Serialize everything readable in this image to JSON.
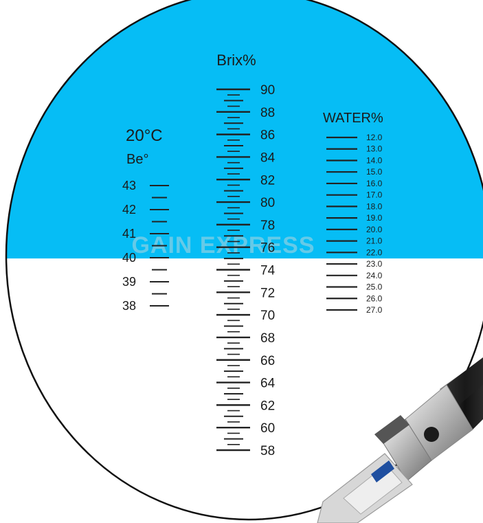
{
  "colors": {
    "field_blue": "#06bdf5",
    "field_white": "#ffffff",
    "scale_ink": "#1b1b1b",
    "circle_outline": "#111111",
    "watermark": "#d9d9d9"
  },
  "watermark": "GAIN EXPRESS",
  "boundary_reading": {
    "brix": 75
  },
  "scales": {
    "baume": {
      "title": "20°C",
      "unit": "Be°",
      "labels": [
        "43",
        "42",
        "41",
        "40",
        "39",
        "38"
      ],
      "values": [
        43,
        42,
        41,
        40,
        39,
        38
      ]
    },
    "brix": {
      "title": "Brix%",
      "labels": [
        "90",
        "88",
        "86",
        "84",
        "82",
        "80",
        "78",
        "76",
        "74",
        "72",
        "70",
        "68",
        "66",
        "64",
        "62",
        "60",
        "58"
      ],
      "values": [
        90,
        88,
        86,
        84,
        82,
        80,
        78,
        76,
        74,
        72,
        70,
        68,
        66,
        64,
        62,
        60,
        58
      ],
      "minor_step": 0.5
    },
    "water": {
      "title": "WATER%",
      "labels": [
        "12.0",
        "13.0",
        "14.0",
        "15.0",
        "16.0",
        "17.0",
        "18.0",
        "19.0",
        "20.0",
        "21.0",
        "22.0",
        "23.0",
        "24.0",
        "25.0",
        "26.0",
        "27.0"
      ],
      "values": [
        12,
        13,
        14,
        15,
        16,
        17,
        18,
        19,
        20,
        21,
        22,
        23,
        24,
        25,
        26,
        27
      ]
    }
  },
  "device_icon": "refractometer-icon"
}
